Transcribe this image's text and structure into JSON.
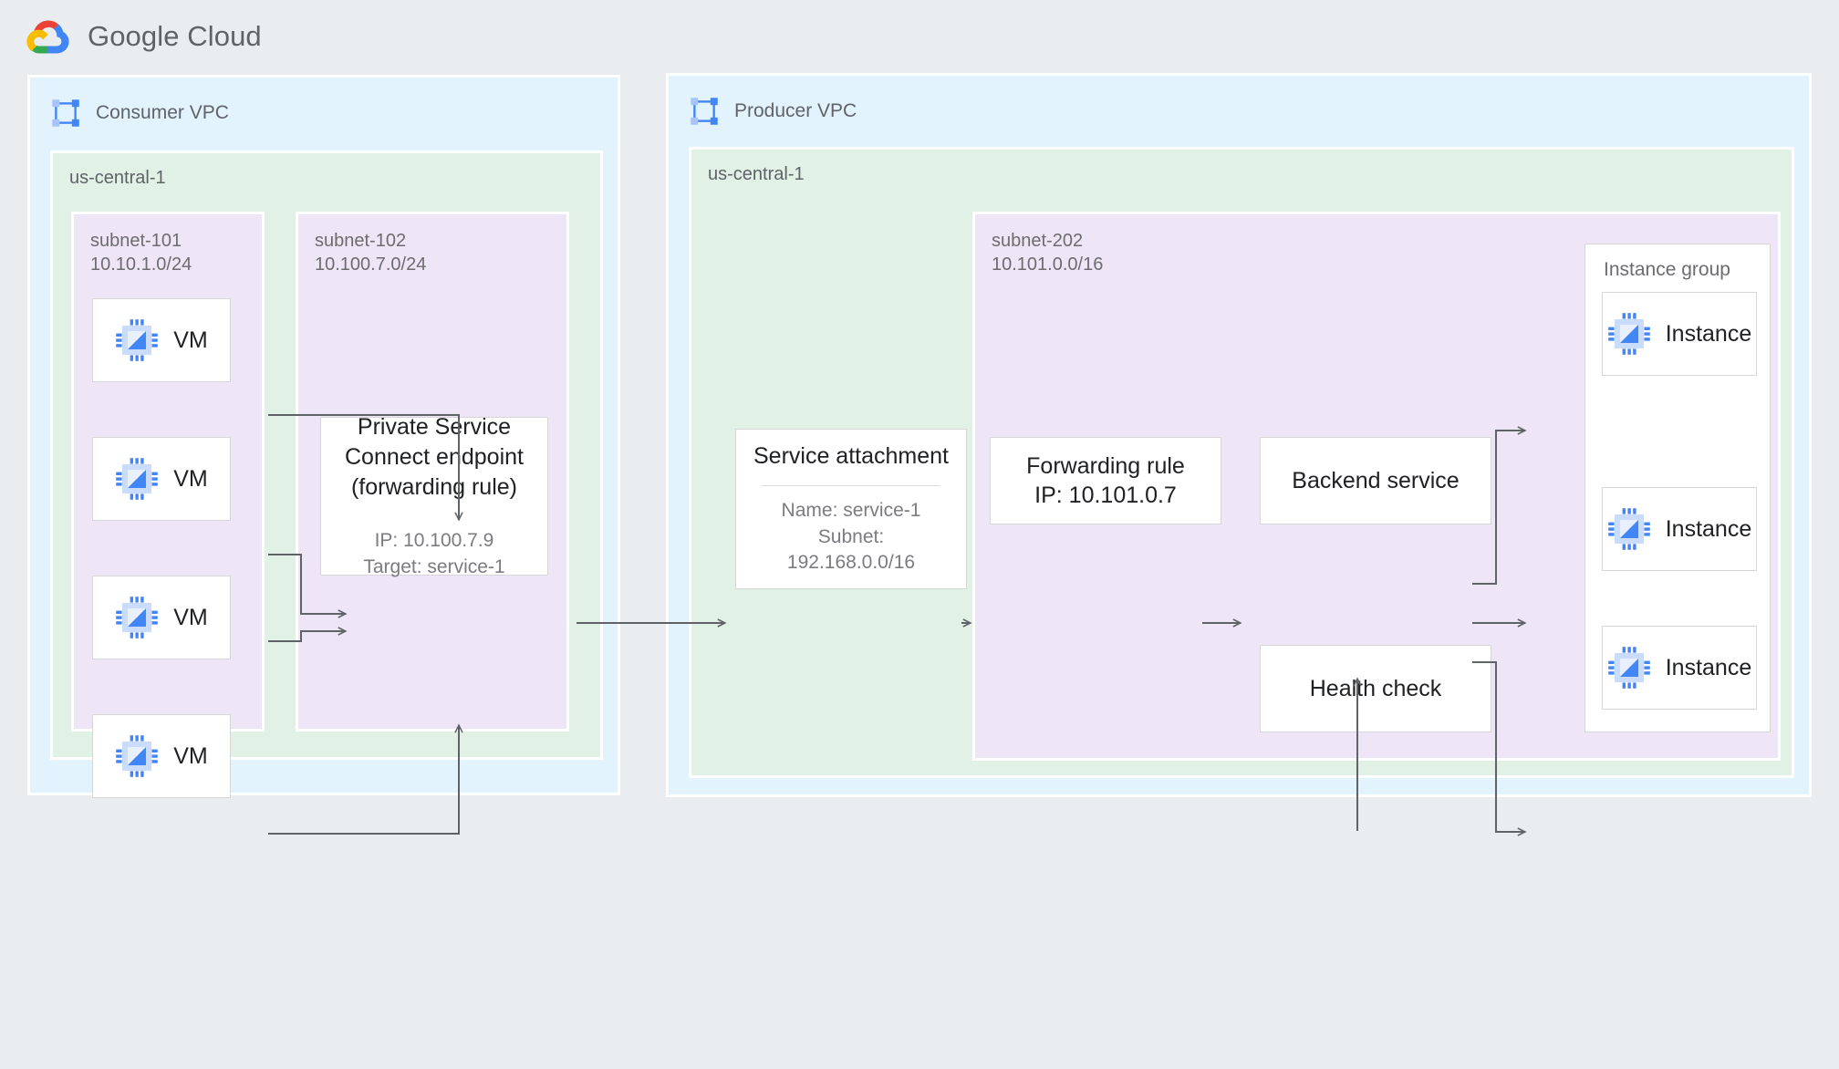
{
  "brand": {
    "name": "Google Cloud",
    "logo_icon": "google-cloud-logo",
    "colors": {
      "red": "#EA4335",
      "blue": "#4285F4",
      "yellow": "#FBBC04",
      "green": "#34A853"
    }
  },
  "page": {
    "background": "#eaedef",
    "vpc_fill": "#e3f3fd",
    "region_fill": "#e2f1e6",
    "subnet_fill": "#eee6f6",
    "card_fill": "#ffffff",
    "line_color": "#5f6368",
    "icon_blue": "#4285F4",
    "icon_blue_light": "#A6C4FB"
  },
  "consumer_vpc": {
    "title": "Consumer VPC",
    "icon": "vpc-icon",
    "region": {
      "label": "us-central-1",
      "subnets": [
        {
          "name": "subnet-101",
          "cidr": "10.10.1.0/24",
          "nodes": [
            {
              "label": "VM",
              "icon": "vm-chip-icon"
            },
            {
              "label": "VM",
              "icon": "vm-chip-icon"
            },
            {
              "label": "VM",
              "icon": "vm-chip-icon"
            },
            {
              "label": "VM",
              "icon": "vm-chip-icon"
            }
          ]
        },
        {
          "name": "subnet-102",
          "cidr": "10.100.7.0/24",
          "endpoint": {
            "title": "Private Service Connect endpoint (forwarding rule)",
            "title_lines": [
              "Private Service",
              "Connect endpoint",
              "(forwarding rule)"
            ],
            "details": [
              "IP: 10.100.7.9",
              "Target: service-1"
            ]
          }
        }
      ]
    }
  },
  "producer_vpc": {
    "title": "Producer VPC",
    "icon": "vpc-icon",
    "region": {
      "label": "us-central-1",
      "service_attachment": {
        "title": "Service attachment",
        "details": [
          "Name: service-1",
          "Subnet:",
          "192.168.0.0/16"
        ]
      },
      "subnet": {
        "name": "subnet-202",
        "cidr": "10.101.0.0/16",
        "forwarding_rule": {
          "lines": [
            "Forwarding rule",
            "IP: 10.101.0.7"
          ]
        },
        "backend_service": {
          "label": "Backend service"
        },
        "health_check": {
          "label": "Health check"
        },
        "instance_group": {
          "label": "Instance group",
          "instances": [
            {
              "label": "Instance",
              "icon": "vm-chip-icon"
            },
            {
              "label": "Instance",
              "icon": "vm-chip-icon"
            },
            {
              "label": "Instance",
              "icon": "vm-chip-icon"
            }
          ]
        }
      }
    }
  },
  "connections": [
    {
      "from": "vm-1",
      "to": "psc-endpoint",
      "style": "orthogonal-down"
    },
    {
      "from": "vm-2",
      "to": "psc-endpoint",
      "style": "orthogonal-right"
    },
    {
      "from": "vm-3",
      "to": "psc-endpoint",
      "style": "orthogonal-right"
    },
    {
      "from": "vm-4",
      "to": "psc-endpoint",
      "style": "orthogonal-up"
    },
    {
      "from": "psc-endpoint",
      "to": "service-attachment",
      "style": "straight"
    },
    {
      "from": "service-attachment",
      "to": "forwarding-rule",
      "style": "straight"
    },
    {
      "from": "forwarding-rule",
      "to": "backend-service",
      "style": "straight"
    },
    {
      "from": "health-check",
      "to": "backend-service",
      "style": "straight-up"
    },
    {
      "from": "backend-service",
      "to": "instance-1",
      "style": "orthogonal-up"
    },
    {
      "from": "backend-service",
      "to": "instance-2",
      "style": "straight"
    },
    {
      "from": "backend-service",
      "to": "instance-3",
      "style": "orthogonal-down"
    }
  ]
}
